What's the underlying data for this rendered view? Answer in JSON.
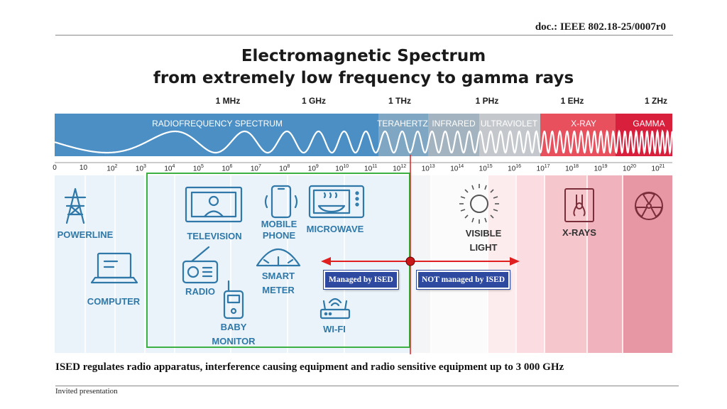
{
  "header": {
    "doc_id": "doc.: IEEE 802.18-25/0007r0"
  },
  "title": {
    "line1": "Electromagnetic Spectrum",
    "line2": "from extremely low frequency to gamma rays"
  },
  "frequency_markers": [
    "1 MHz",
    "1 GHz",
    "1 THz",
    "1 PHz",
    "1 EHz",
    "1 ZHz"
  ],
  "bands": [
    "RADIOFREQUENCY SPECTRUM",
    "TERAHERTZ",
    "INFRARED",
    "ULTRAVIOLET",
    "X-RAY",
    "GAMMA"
  ],
  "scale_ticks": [
    {
      "base": "0",
      "exp": ""
    },
    {
      "base": "10",
      "exp": ""
    },
    {
      "base": "10",
      "exp": "2"
    },
    {
      "base": "10",
      "exp": "3"
    },
    {
      "base": "10",
      "exp": "4"
    },
    {
      "base": "10",
      "exp": "5"
    },
    {
      "base": "10",
      "exp": "6"
    },
    {
      "base": "10",
      "exp": "7"
    },
    {
      "base": "10",
      "exp": "8"
    },
    {
      "base": "10",
      "exp": "9"
    },
    {
      "base": "10",
      "exp": "10"
    },
    {
      "base": "10",
      "exp": "11"
    },
    {
      "base": "10",
      "exp": "12"
    },
    {
      "base": "10",
      "exp": "13"
    },
    {
      "base": "10",
      "exp": "14"
    },
    {
      "base": "10",
      "exp": "15"
    },
    {
      "base": "10",
      "exp": "16"
    },
    {
      "base": "10",
      "exp": "17"
    },
    {
      "base": "10",
      "exp": "18"
    },
    {
      "base": "10",
      "exp": "19"
    },
    {
      "base": "10",
      "exp": "20"
    },
    {
      "base": "10",
      "exp": "21"
    }
  ],
  "devices": {
    "powerline": "POWERLINE",
    "computer": "COMPUTER",
    "television": "TELEVISION",
    "radio": "RADIO",
    "baby_monitor_1": "BABY",
    "baby_monitor_2": "MONITOR",
    "mobile_phone_1": "MOBILE",
    "mobile_phone_2": "PHONE",
    "smart_meter_1": "SMART",
    "smart_meter_2": "METER",
    "microwave": "MICROWAVE",
    "wifi": "WI-FI",
    "visible_light_1": "VISIBLE",
    "visible_light_2": "LIGHT",
    "xrays": "X-RAYS"
  },
  "tags": {
    "managed": "Managed by ISED",
    "not_managed": "NOT managed by ISED"
  },
  "bottom_note": "ISED regulates radio apparatus, interference causing equipment and radio sensitive equipment up to 3 000 GHz",
  "footer": "Invited presentation",
  "colors": {
    "rf_band": "#4b8fc4",
    "thz_band": "#7fa6c2",
    "ir_band": "#a3b3bf",
    "uv_band": "#c4c8cc",
    "xray_band": "#e8505e",
    "gamma_band": "#d81f3c",
    "label_blue": "#2f78a8",
    "boundary_red": "#e02020",
    "managed_box_green": "#3cb043"
  }
}
